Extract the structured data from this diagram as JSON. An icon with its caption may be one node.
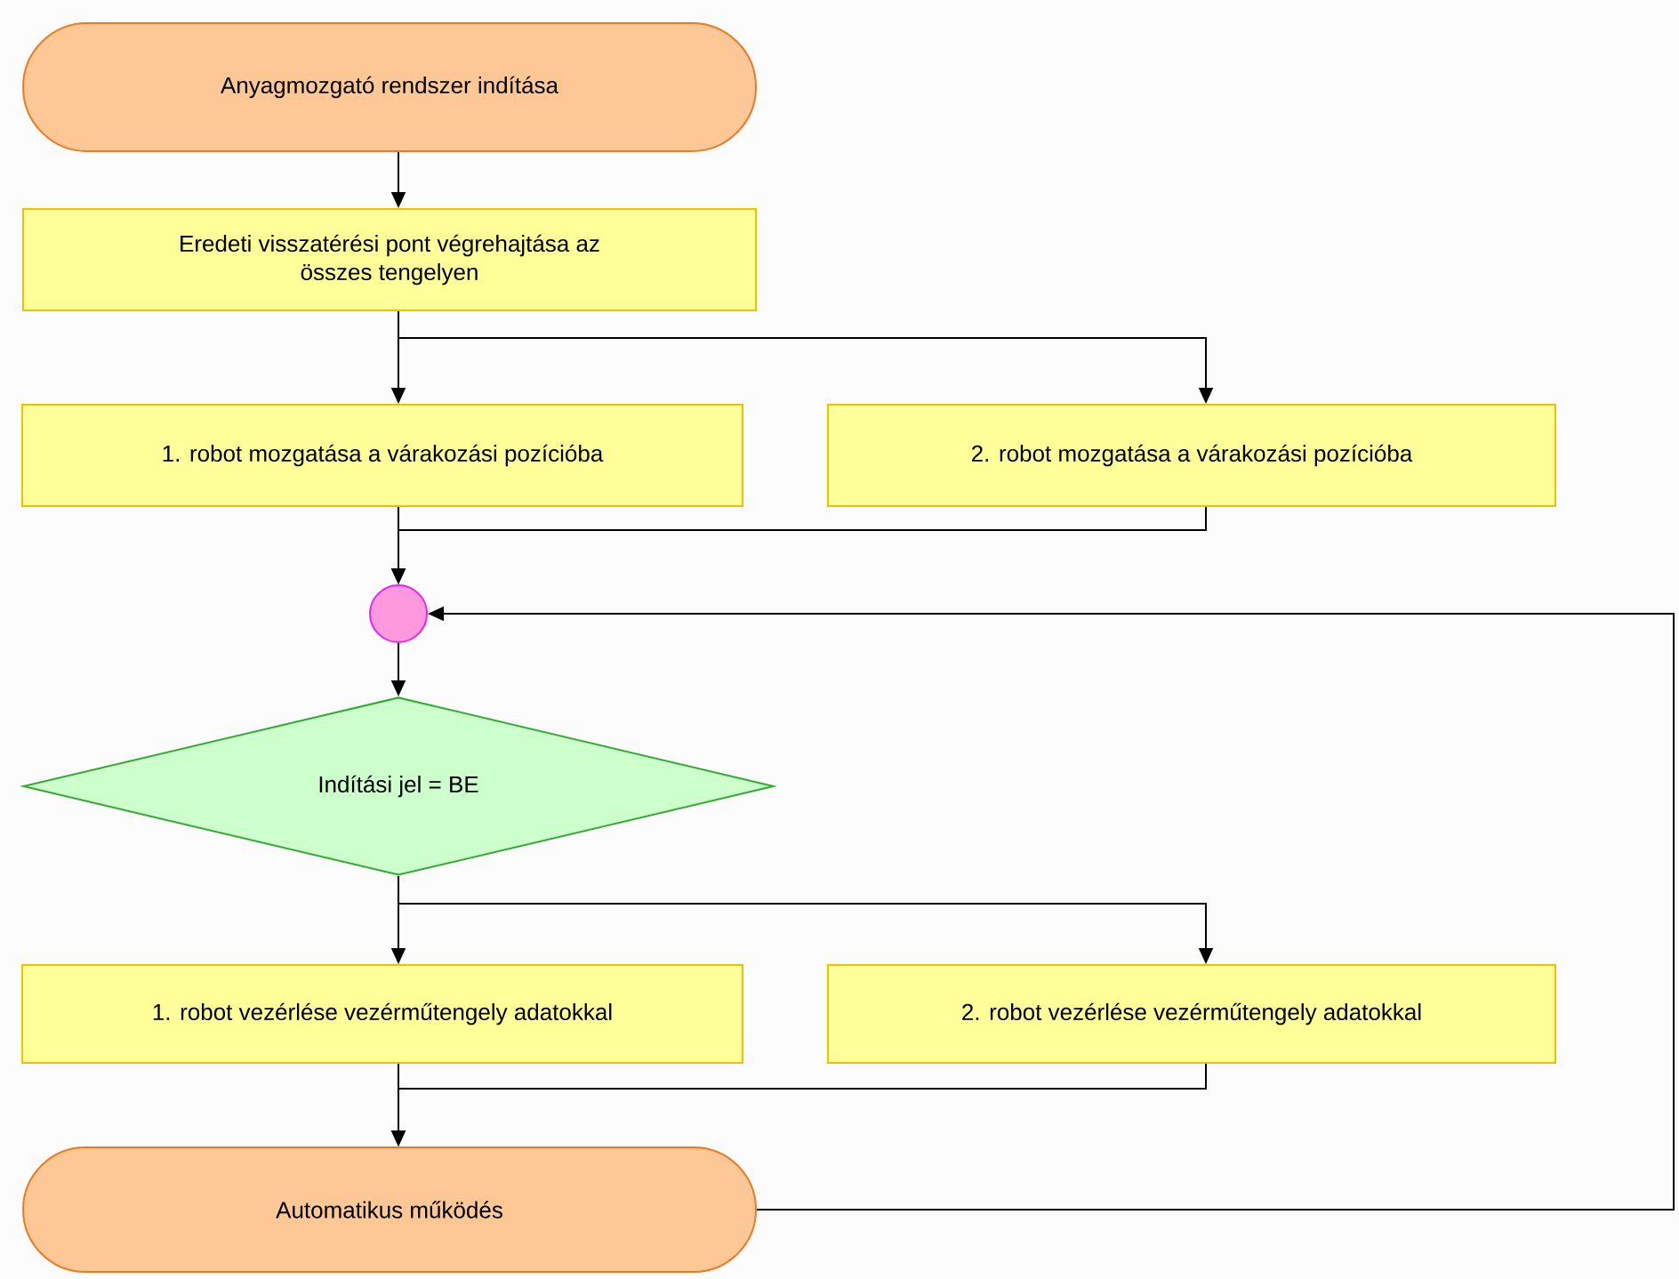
{
  "diagram": {
    "nodes": [
      {
        "text": [
          "Anyagmozgató rendszer indítása"
        ]
      },
      {
        "text": [
          "Eredeti visszatérési pont végrehajtása az összes tengelyen"
        ]
      },
      {
        "text": [
          "1. robot mozgatása a várakozási pozícióba"
        ]
      },
      {
        "text": [
          "2. robot mozgatása a várakozási pozícióba"
        ]
      },
      {
        "text": [],
        "shape": "circle"
      },
      {
        "text": [
          "Indítási jel = BE"
        ]
      },
      {
        "text": [
          "1. robot vezérlése vezérműtengely adatokkal"
        ]
      },
      {
        "text": [
          "2. robot vezérlése vezérműtengely adatokkal"
        ]
      },
      {
        "text": [
          "Automatikus működés"
        ]
      }
    ],
    "edges": [
      {
        "from": 0,
        "to": 1,
        "arrow": "to"
      },
      {
        "from": 1,
        "to": 2,
        "arrow": "to"
      },
      {
        "from": 1,
        "to": 3,
        "arrow": "to"
      },
      {
        "from": 2,
        "to": 4,
        "arrow": "to"
      },
      {
        "from": 3,
        "to": 4,
        "arrow": "to"
      },
      {
        "from": 4,
        "to": 5,
        "arrow": "to"
      },
      {
        "from": 5,
        "to": 6,
        "arrow": "to"
      },
      {
        "from": 5,
        "to": 7,
        "arrow": "to"
      },
      {
        "from": 6,
        "to": 8,
        "arrow": "to"
      },
      {
        "from": 7,
        "to": 8,
        "arrow": "to"
      },
      {
        "from": 8,
        "to": 4,
        "arrow": "to"
      }
    ]
  }
}
